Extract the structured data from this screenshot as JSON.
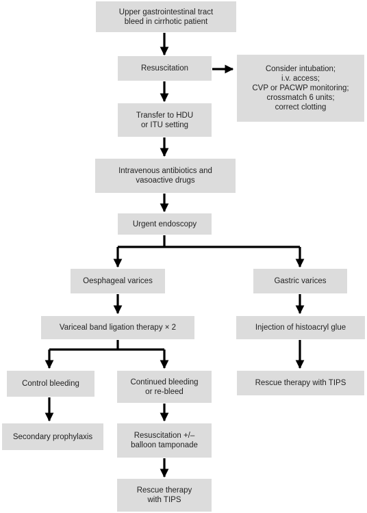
{
  "nodes": {
    "bleed": "Upper gastrointestinal tract\nbleed in cirrhotic patient",
    "resus": "Resuscitation",
    "consider": "Consider intubation;\ni.v. access;\nCVP or PACWP monitoring;\ncrossmatch 6 units;\ncorrect clotting",
    "transfer": "Transfer to HDU\nor ITU setting",
    "antibiotics": "Intravenous antibiotics and\nvasoactive drugs",
    "endoscopy": "Urgent endoscopy",
    "oesophageal": "Oesphageal varices",
    "gastric": "Gastric varices",
    "band": "Variceal band ligation therapy × 2",
    "glue": "Injection of histoacryl glue",
    "control": "Control bleeding",
    "continued": "Continued bleeding\nor re-bleed",
    "rescue_left": "Rescue therapy with TIPS",
    "secondary": "Secondary prophylaxis",
    "balloon": "Resuscitation +/–\nballoon tamponade",
    "rescue_bottom": "Rescue therapy\nwith TIPS"
  },
  "colors": {
    "box_fill": "#dcdcdc",
    "text": "#222222",
    "arrow": "#000000"
  }
}
